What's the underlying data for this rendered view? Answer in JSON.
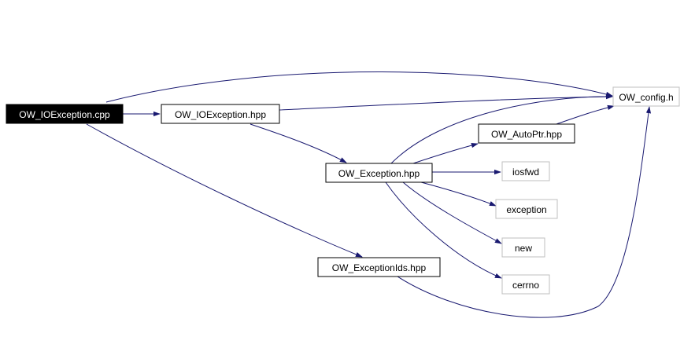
{
  "graph": {
    "colors": {
      "background": "#ffffff",
      "edge": "#191970",
      "root_fill": "#000000",
      "root_text": "#ffffff",
      "node_fill": "#ffffff",
      "node_border": "#000000",
      "external_border": "#bfbfbf",
      "node_text": "#000000"
    },
    "nodes": [
      {
        "id": "ow-ioexception-cpp",
        "label": "OW_IOException.cpp",
        "kind": "root"
      },
      {
        "id": "ow-ioexception-hpp",
        "label": "OW_IOException.hpp",
        "kind": "header"
      },
      {
        "id": "ow-config-h",
        "label": "OW_config.h",
        "kind": "external"
      },
      {
        "id": "ow-autoptr-hpp",
        "label": "OW_AutoPtr.hpp",
        "kind": "header"
      },
      {
        "id": "ow-exception-hpp",
        "label": "OW_Exception.hpp",
        "kind": "header"
      },
      {
        "id": "iosfwd",
        "label": "iosfwd",
        "kind": "external"
      },
      {
        "id": "exception",
        "label": "exception",
        "kind": "external"
      },
      {
        "id": "new",
        "label": "new",
        "kind": "external"
      },
      {
        "id": "cerrno",
        "label": "cerrno",
        "kind": "external"
      },
      {
        "id": "ow-exceptionids-hpp",
        "label": "OW_ExceptionIds.hpp",
        "kind": "header"
      }
    ],
    "edges": [
      {
        "from": "ow-ioexception-cpp",
        "to": "ow-config-h"
      },
      {
        "from": "ow-ioexception-cpp",
        "to": "ow-ioexception-hpp"
      },
      {
        "from": "ow-ioexception-cpp",
        "to": "ow-exceptionids-hpp"
      },
      {
        "from": "ow-ioexception-hpp",
        "to": "ow-config-h"
      },
      {
        "from": "ow-ioexception-hpp",
        "to": "ow-exception-hpp"
      },
      {
        "from": "ow-exception-hpp",
        "to": "ow-config-h"
      },
      {
        "from": "ow-exception-hpp",
        "to": "ow-autoptr-hpp"
      },
      {
        "from": "ow-exception-hpp",
        "to": "iosfwd"
      },
      {
        "from": "ow-exception-hpp",
        "to": "exception"
      },
      {
        "from": "ow-exception-hpp",
        "to": "new"
      },
      {
        "from": "ow-exception-hpp",
        "to": "cerrno"
      },
      {
        "from": "ow-autoptr-hpp",
        "to": "ow-config-h"
      },
      {
        "from": "ow-exceptionids-hpp",
        "to": "ow-config-h"
      }
    ]
  }
}
